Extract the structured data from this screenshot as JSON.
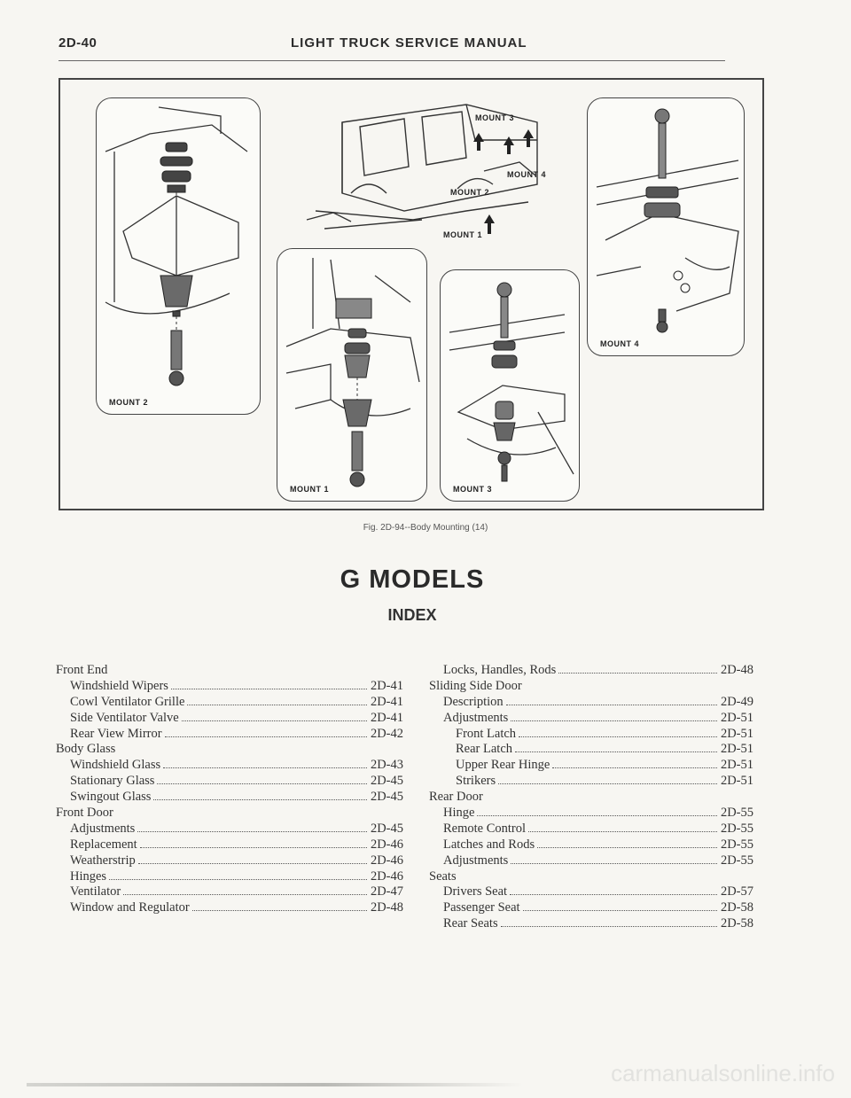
{
  "header": {
    "page_number": "2D-40",
    "title": "LIGHT TRUCK SERVICE MANUAL"
  },
  "figure": {
    "callouts": {
      "mount3": "MOUNT 3",
      "mount4": "MOUNT 4",
      "mount2": "MOUNT 2",
      "mount1": "MOUNT 1"
    },
    "panels": {
      "mount2": "MOUNT 2",
      "mount1": "MOUNT 1",
      "mount3": "MOUNT 3",
      "mount4": "MOUNT 4"
    },
    "caption": "Fig. 2D-94--Body Mounting (14)"
  },
  "section_title": "G MODELS",
  "index_title": "INDEX",
  "toc_left": [
    {
      "label": "Front End",
      "page": "",
      "level": 0
    },
    {
      "label": "Windshield Wipers",
      "page": "2D-41",
      "level": 1
    },
    {
      "label": "Cowl Ventilator Grille",
      "page": "2D-41",
      "level": 1
    },
    {
      "label": "Side Ventilator Valve",
      "page": "2D-41",
      "level": 1
    },
    {
      "label": "Rear View Mirror",
      "page": "2D-42",
      "level": 1
    },
    {
      "label": "Body Glass",
      "page": "",
      "level": 0
    },
    {
      "label": "Windshield Glass",
      "page": "2D-43",
      "level": 1
    },
    {
      "label": "Stationary Glass",
      "page": "2D-45",
      "level": 1
    },
    {
      "label": "Swingout Glass",
      "page": "2D-45",
      "level": 1
    },
    {
      "label": "Front Door",
      "page": "",
      "level": 0
    },
    {
      "label": "Adjustments",
      "page": "2D-45",
      "level": 1
    },
    {
      "label": "Replacement",
      "page": "2D-46",
      "level": 1
    },
    {
      "label": "Weatherstrip",
      "page": "2D-46",
      "level": 1
    },
    {
      "label": "Hinges",
      "page": "2D-46",
      "level": 1
    },
    {
      "label": "Ventilator",
      "page": "2D-47",
      "level": 1
    },
    {
      "label": "Window and Regulator",
      "page": "2D-48",
      "level": 1
    }
  ],
  "toc_right": [
    {
      "label": "Locks, Handles, Rods",
      "page": "2D-48",
      "level": 1
    },
    {
      "label": "Sliding Side Door",
      "page": "",
      "level": 0
    },
    {
      "label": "Description",
      "page": "2D-49",
      "level": 1
    },
    {
      "label": "Adjustments",
      "page": "2D-51",
      "level": 1
    },
    {
      "label": "Front Latch",
      "page": "2D-51",
      "level": 2
    },
    {
      "label": "Rear Latch",
      "page": "2D-51",
      "level": 2
    },
    {
      "label": "Upper Rear Hinge",
      "page": "2D-51",
      "level": 2
    },
    {
      "label": "Strikers",
      "page": "2D-51",
      "level": 2
    },
    {
      "label": "Rear Door",
      "page": "",
      "level": 0
    },
    {
      "label": "Hinge",
      "page": "2D-55",
      "level": 1
    },
    {
      "label": "Remote Control",
      "page": "2D-55",
      "level": 1
    },
    {
      "label": "Latches and Rods",
      "page": "2D-55",
      "level": 1
    },
    {
      "label": "Adjustments",
      "page": "2D-55",
      "level": 1
    },
    {
      "label": "Seats",
      "page": "",
      "level": 0
    },
    {
      "label": "Drivers Seat",
      "page": "2D-57",
      "level": 1
    },
    {
      "label": "Passenger Seat",
      "page": "2D-58",
      "level": 1
    },
    {
      "label": "Rear Seats",
      "page": "2D-58",
      "level": 1
    }
  ],
  "watermark": "carmanualsonline.info"
}
